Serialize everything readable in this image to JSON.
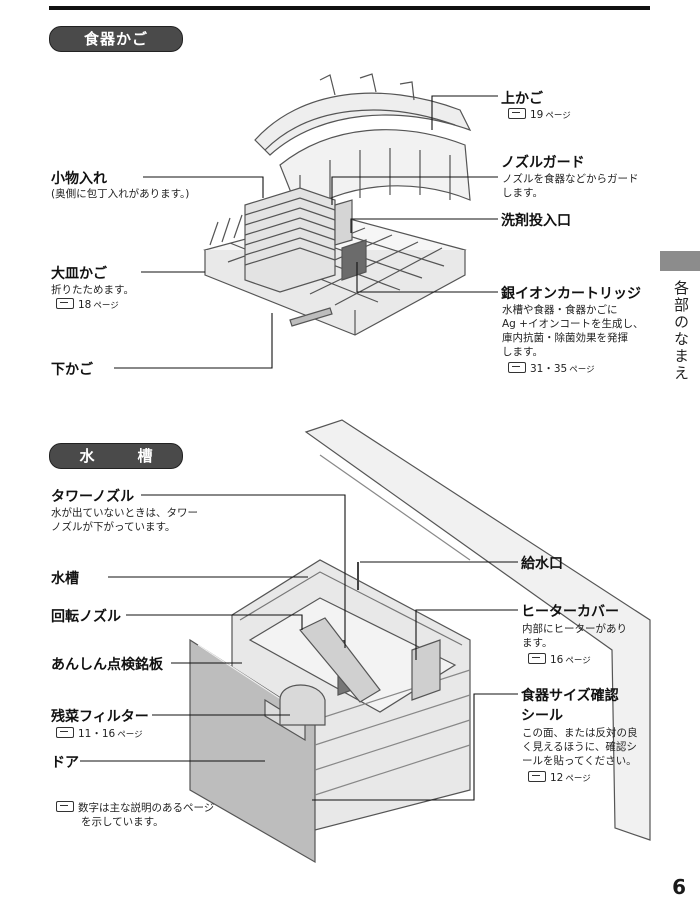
{
  "page_number": "6",
  "side_tab": "各部のなまえ",
  "sections": {
    "basket": "食器かご",
    "tub": "水　槽"
  },
  "basket_labels": {
    "upper_basket": {
      "title": "上かご",
      "ref_page": "19",
      "ref_suffix": "ページ"
    },
    "nozzle_guard": {
      "title": "ノズルガード",
      "desc_1": "ノズルを食器などからガード",
      "desc_2": "します。"
    },
    "detergent_inlet": {
      "title": "洗剤投入口"
    },
    "silver_ion": {
      "title": "銀イオンカートリッジ",
      "desc_1": "水槽や食器・食器かごに",
      "desc_2": "Ag +イオンコートを生成し、",
      "desc_3": "庫内抗菌・除菌効果を発揮",
      "desc_4": "します。",
      "ref_page": "31・35",
      "ref_suffix": "ページ"
    },
    "small_items": {
      "title": "小物入れ",
      "desc": "(奥側に包丁入れがあります。)"
    },
    "large_plate": {
      "title": "大皿かご",
      "desc": "折りたためます。",
      "ref_page": "18",
      "ref_suffix": "ページ"
    },
    "lower_basket": {
      "title": "下かご"
    }
  },
  "tub_labels": {
    "tower_nozzle": {
      "title": "タワーノズル",
      "desc_1": "水が出ていないときは、タワー",
      "desc_2": "ノズルが下がっています。"
    },
    "water_inlet": {
      "title": "給水口"
    },
    "tub": {
      "title": "水槽"
    },
    "rotating_nozzle": {
      "title": "回転ノズル"
    },
    "heater_cover": {
      "title": "ヒーターカバー",
      "desc_1": "内部にヒーターがあり",
      "desc_2": "ます。",
      "ref_page": "16",
      "ref_suffix": "ページ"
    },
    "safety_plate": {
      "title": "あんしん点検銘板"
    },
    "size_seal": {
      "title_1": "食器サイズ確認",
      "title_2": "シール",
      "desc_1": "この面、または反対の良",
      "desc_2": "く見えるほうに、確認シ",
      "desc_3": "ールを貼ってください。",
      "ref_page": "12",
      "ref_suffix": "ページ"
    },
    "residue_filter": {
      "title": "残菜フィルター",
      "ref_page": "11・16",
      "ref_suffix": "ページ"
    },
    "door": {
      "title": "ドア"
    }
  },
  "footnote": {
    "line_1": "数字は主な説明のあるページ",
    "line_2": "を示しています。"
  }
}
